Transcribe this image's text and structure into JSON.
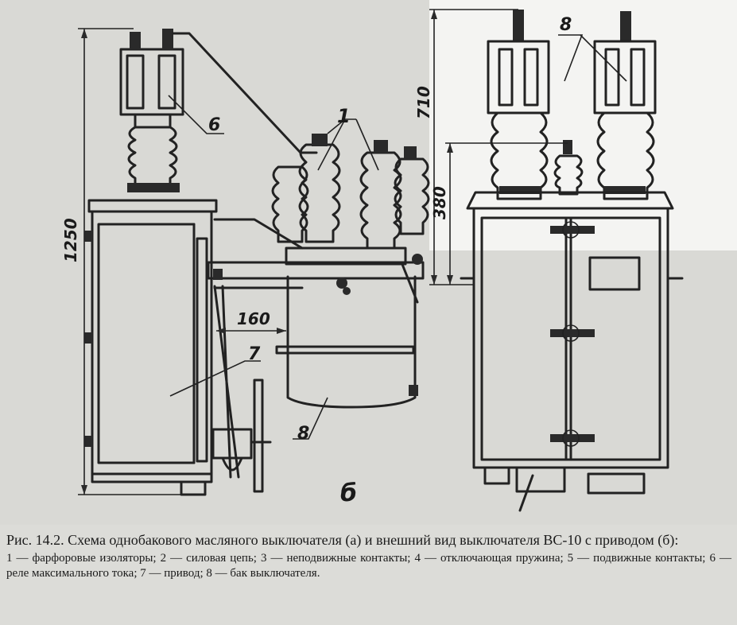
{
  "labels": {
    "insulators": "1",
    "relay_left": "6",
    "tanks_right": "8",
    "drive": "7",
    "tank_bottom": "8",
    "view_b": "б"
  },
  "dimensions": {
    "height_total": "1250",
    "width_gap": "160",
    "height_top": "710",
    "height_mid": "380"
  },
  "caption": {
    "title": "Рис. 14.2. Схема однобакового масляного выключателя (а) и внешний вид выключателя ВС-10 с приводом (б):",
    "legend": "1 — фарфоровые изоляторы; 2 — силовая цепь; 3 — неподвижные контакты; 4 — отключающая пружина; 5 — подвижные контакты; 6 — реле максимального тока; 7 — привод; 8 — бак выключателя."
  }
}
